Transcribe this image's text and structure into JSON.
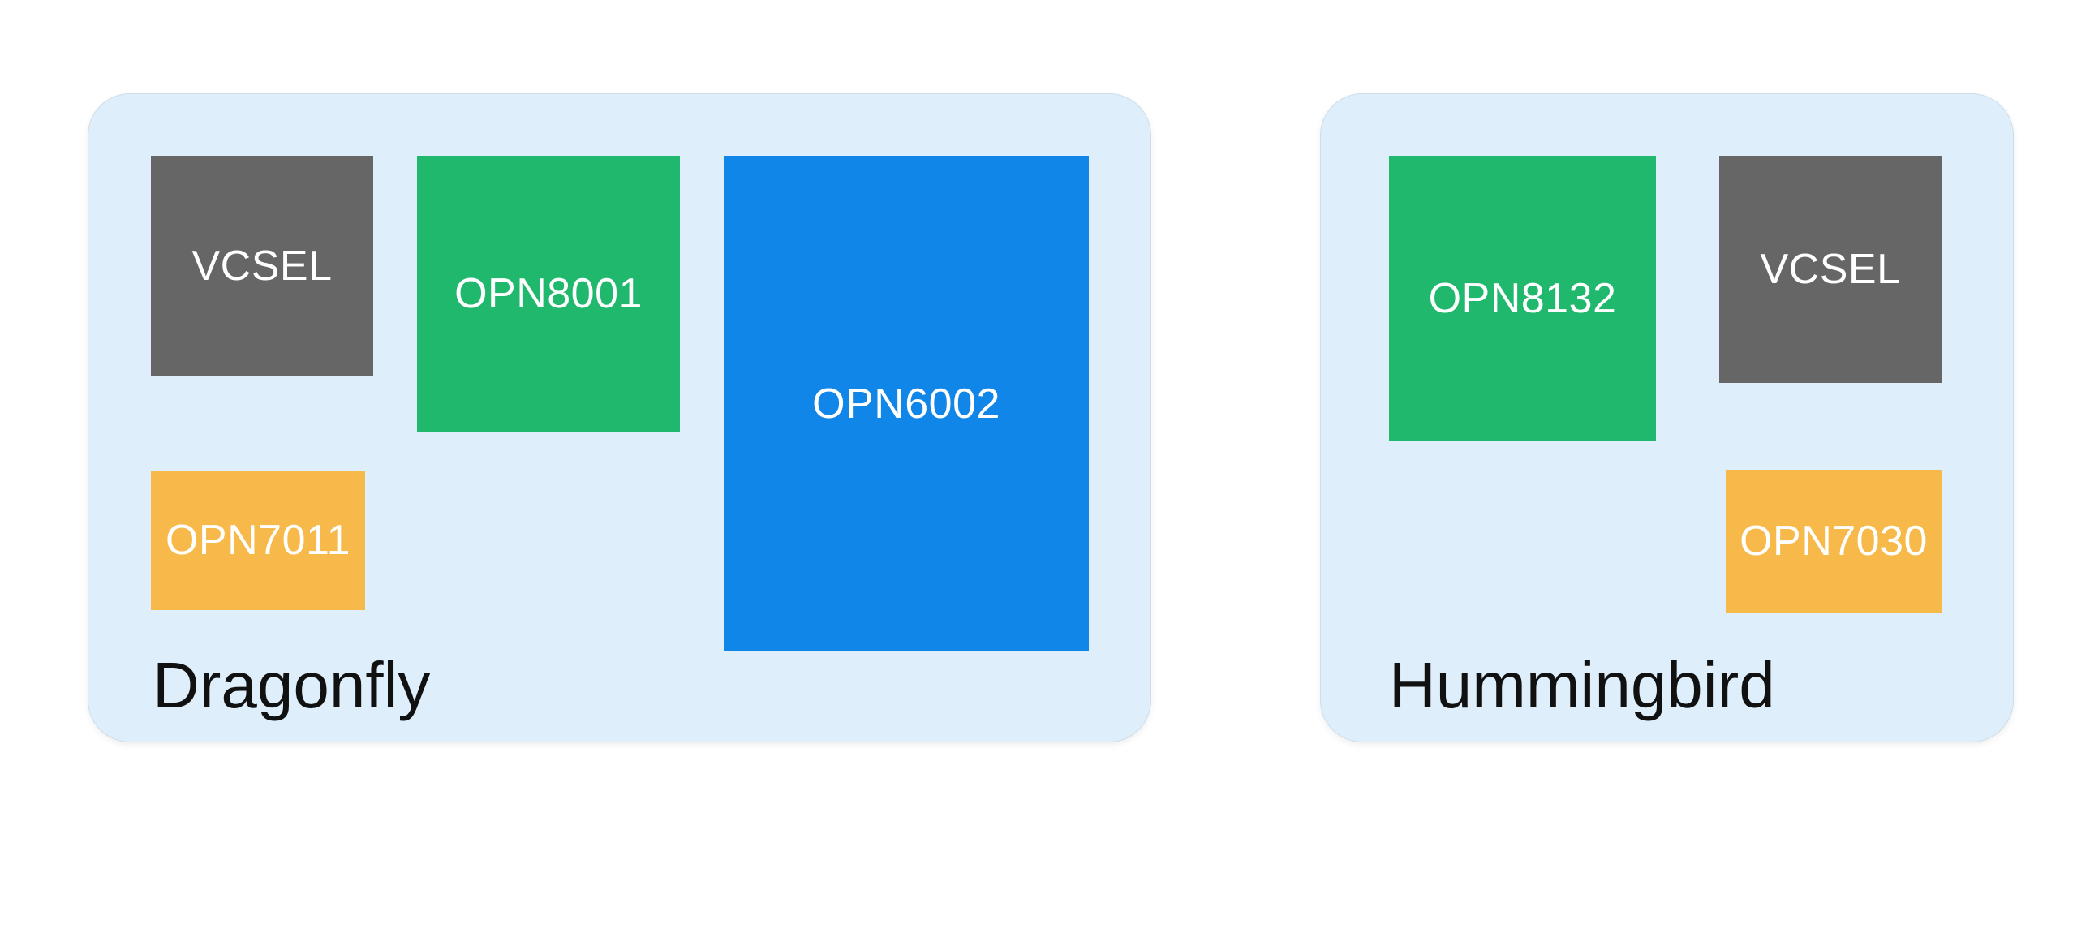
{
  "diagram": {
    "background": "#FFFFFF",
    "card_background": "#DEEFFB",
    "block_text_color": "#FFFFFF",
    "label_text_color": "#111111",
    "palette": {
      "gray": "#666666",
      "green": "#1FB86C",
      "blue": "#1086E8",
      "orange": "#F7B94A"
    },
    "cards": [
      {
        "label": "Dragonfly",
        "blocks": [
          {
            "label": "VCSEL",
            "color": "gray"
          },
          {
            "label": "OPN8001",
            "color": "green"
          },
          {
            "label": "OPN6002",
            "color": "blue"
          },
          {
            "label": "OPN7011",
            "color": "orange"
          }
        ]
      },
      {
        "label": "Hummingbird",
        "blocks": [
          {
            "label": "OPN8132",
            "color": "green"
          },
          {
            "label": "VCSEL",
            "color": "gray"
          },
          {
            "label": "OPN7030",
            "color": "orange"
          }
        ]
      }
    ]
  }
}
